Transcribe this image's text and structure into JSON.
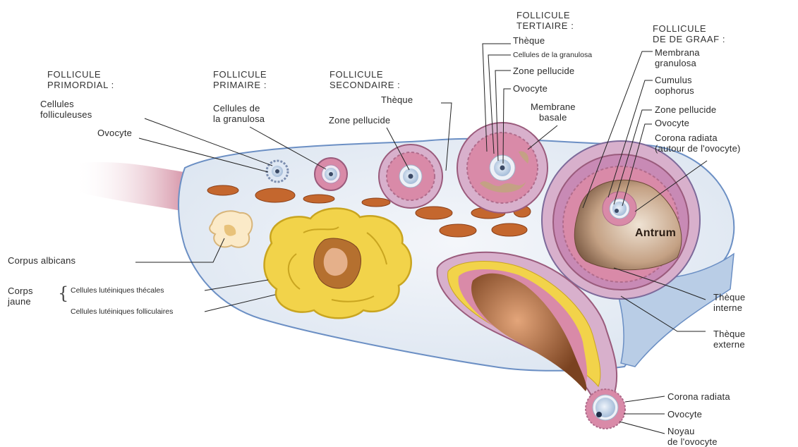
{
  "headers": {
    "primordial": [
      "FOLLICULE",
      "PRIMORDIAL :"
    ],
    "primaire": [
      "FOLLICULE",
      "PRIMAIRE :"
    ],
    "secondaire": [
      "FOLLICULE",
      "SECONDAIRE :"
    ],
    "tertiaire": [
      "FOLLICULE",
      "TERTIAIRE :"
    ],
    "graaf": [
      "FOLLICULE",
      "DE DE GRAAF :"
    ]
  },
  "labels": {
    "cellules_folliculeuses": [
      "Cellules",
      "folliculeuses"
    ],
    "ovocyte_primordial": "Ovocyte",
    "cellules_granulosa_primaire": [
      "Cellules de",
      "la granulosa"
    ],
    "theque_secondaire": "Thèque",
    "zone_pellucide_secondaire": "Zone pellucide",
    "theque_tertiaire": "Thèque",
    "cellules_granulosa_tertiaire": "Cellules de la granulosa",
    "zone_pellucide_tertiaire": "Zone pellucide",
    "ovocyte_tertiaire": "Ovocyte",
    "membrane_basale": [
      "Membrane",
      "basale"
    ],
    "membrana_granulosa": [
      "Membrana",
      "granulosa"
    ],
    "cumulus_oophorus": [
      "Cumulus",
      "oophorus"
    ],
    "zone_pellucide_graaf": "Zone pellucide",
    "ovocyte_graaf": "Ovocyte",
    "corona_radiata_graaf": [
      "Corona radiata",
      "(autour de l'ovocyte)"
    ],
    "antrum": "Antrum",
    "corpus_albicans": "Corpus albicans",
    "corps_jaune": [
      "Corps",
      "jaune"
    ],
    "luteiniques_thecales": "Cellules lutéiniques thécales",
    "luteiniques_folliculaires": "Cellules lutéiniques folliculaires",
    "theque_interne": [
      "Thèque",
      "interne"
    ],
    "theque_externe": [
      "Thèque",
      "externe"
    ],
    "corona_radiata_ovule": "Corona radiata",
    "ovocyte_ovule": "Ovocyte",
    "noyau_ovocyte": [
      "Noyau",
      "de l'ovocyte"
    ]
  },
  "colors": {
    "stroma": "#e4ebf4",
    "stroma_edge": "#6b8fc4",
    "granulosa": "#d98aa8",
    "theca": "#c88ab5",
    "corpus_luteum": "#f2d34a",
    "vessel": "#c4672e",
    "antrum": "#c9a98c",
    "ligament": "#e6b6c0"
  }
}
